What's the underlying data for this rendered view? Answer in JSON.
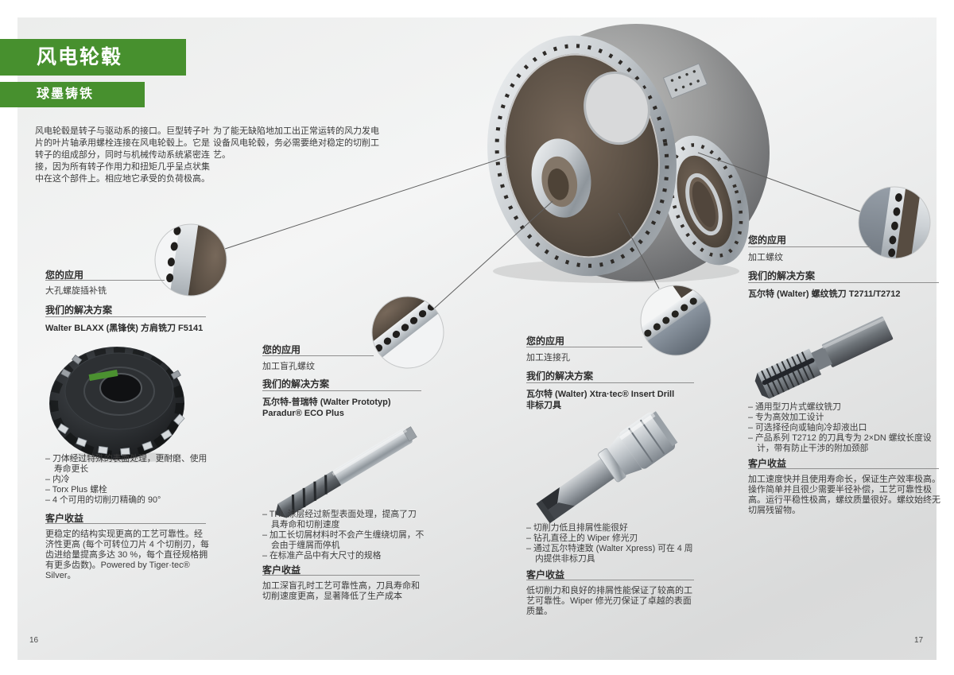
{
  "page": {
    "title": "风电轮毂",
    "subtitle": "球墨铸铁",
    "intro_left": "风电轮毂是转子与驱动系的接口。巨型转子叶片的叶片轴承用螺栓连接在风电轮毂上。它是转子的组成部分，同时与机械传动系统紧密连接，因为所有转子作用力和扭矩几乎呈点状集中在这个部件上。相应地它承受的负荷极高。",
    "intro_right": "为了能无缺陷地加工出正常运转的风力发电设备风电轮毂，务必需要绝对稳定的切削工艺。",
    "page_number_left": "16",
    "page_number_right": "17",
    "accent_green": "#47902e"
  },
  "section_labels": {
    "application": "您的应用",
    "solution": "我们的解决方案",
    "benefits": "客户收益"
  },
  "columns": [
    {
      "application": "大孔螺旋插补铣",
      "product": [
        "Walter BLAXX (黑锋侠) 方肩铣刀 F5141",
        ""
      ],
      "bullets": [
        "– 刀体经过特殊的表面处理，更耐磨、使用寿命更长",
        "– 内冷",
        "– Torx Plus 螺栓",
        "– 4 个可用的切削刃精确的 90°"
      ],
      "benefit": "更稳定的结构实现更高的工艺可靠性。经济性更高 (每个可转位刀片 4 个切削刃，每齿进给量提高多达 30 %，每个直径规格拥有更多齿数)。Powered by Tiger·tec® Silver。"
    },
    {
      "application": "加工盲孔螺纹",
      "product": [
        "瓦尔特-普瑞特 (Walter Prototyp)",
        "Paradur® ECO Plus"
      ],
      "bullets": [
        "– THL 涂层经过新型表面处理，提高了刀具寿命和切削速度",
        "– 加工长切屑材料时不会产生缠绕切屑，不会由于缠屑而停机",
        "– 在标准产品中有大尺寸的规格",
        ""
      ],
      "benefit": "加工深盲孔时工艺可靠性高，刀具寿命和切削速度更高，显著降低了生产成本"
    },
    {
      "application": "加工连接孔",
      "product": [
        "瓦尔特 (Walter) Xtra·tec® Insert Drill",
        "非标刀具"
      ],
      "bullets": [
        "– 切削力低且排屑性能很好",
        "– 钻孔直径上的 Wiper 修光刃",
        "– 通过瓦尔特速致 (Walter Xpress) 可在 4 周内提供非标刀具",
        ""
      ],
      "benefit": "低切削力和良好的排屑性能保证了较高的工艺可靠性。Wiper 修光刃保证了卓越的表面质量。"
    },
    {
      "application": "加工螺纹",
      "product": [
        "瓦尔特 (Walter) 螺纹铣刀 T2711/T2712",
        ""
      ],
      "bullets": [
        "– 通用型刀片式螺纹铣刀",
        "– 专为高效加工设计",
        "– 可选择径向或轴向冷却液出口",
        "– 产品系列 T2712 的刀具专为 2×DN 螺纹长度设计，带有防止干涉的附加颈部"
      ],
      "benefit": "加工速度快并且使用寿命长，保证生产效率极高。操作简单并且很少需要半径补偿，工艺可靠性极高。运行平稳性极高，螺纹质量很好。螺纹始终无切屑残留物。"
    }
  ],
  "illustrations": {
    "hub": "wind-turbine-hub-casting",
    "callouts": [
      "flange-bore-detail",
      "blind-hole-flange-detail",
      "connection-hole-flange-detail",
      "thread-flange-detail"
    ]
  }
}
